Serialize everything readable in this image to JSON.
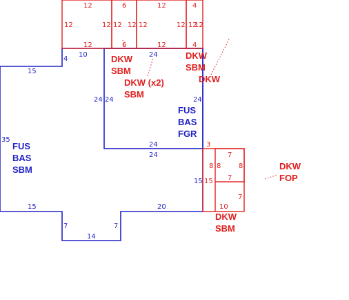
{
  "colors": {
    "main_structure": "#2323c8",
    "additions": "#e02020",
    "background": "#ffffff"
  },
  "labels": {
    "main_area": [
      "FUS",
      "BAS",
      "SBM"
    ],
    "garage_area": [
      "FUS",
      "BAS",
      "FGR"
    ],
    "top_deck_left": [
      "DKW",
      "SBM"
    ],
    "top_deck_mid": [
      "DKW (x2)",
      "SBM"
    ],
    "top_deck_right": [
      "DKW",
      "SBM"
    ],
    "top_deck_right_small": [
      "DKW"
    ],
    "side_porch": [
      "DKW",
      "FOP"
    ],
    "side_deck": [
      "DKW",
      "SBM"
    ]
  },
  "dimensions": {
    "top_a": {
      "top": "12",
      "bottom": "12",
      "left": "12",
      "right": "12"
    },
    "top_b": {
      "top": "6",
      "bottom": "6",
      "left": "12",
      "right": "12"
    },
    "top_c": {
      "top": "12",
      "bottom": "12",
      "left": "12",
      "right": "12"
    },
    "top_d": {
      "top": "4",
      "bottom": "4",
      "left": "12",
      "right": "12"
    },
    "main": {
      "step_vertical": "4",
      "step_top": "10",
      "left_top": "15",
      "left_side": "35",
      "left_bottom": "15",
      "notch_left": "7",
      "notch_bottom": "14",
      "notch_right": "7",
      "bottom_right": "20",
      "right_lower": "15"
    },
    "garage": {
      "top": "24",
      "left_outer": "24",
      "left_inner": "24",
      "right": "24",
      "bottom_upper": "24",
      "bottom_lower": "24"
    },
    "side": {
      "corner": "3",
      "box_left": "8",
      "box_top": "7",
      "box_inner_left": "8",
      "box_right": "8",
      "box_bottom": "7",
      "lower_right": "7",
      "lower_bottom": "10",
      "lower_left": "15"
    }
  }
}
